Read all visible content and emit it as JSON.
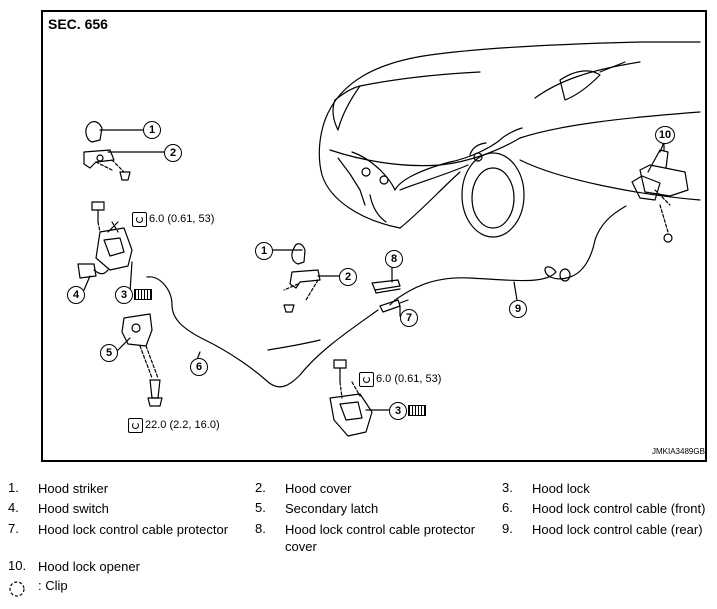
{
  "figure": {
    "section": "SEC. 656",
    "figure_id": "JMKIA3489GB",
    "callouts": [
      "1",
      "2",
      "3",
      "4",
      "5",
      "6",
      "7",
      "8",
      "9",
      "10"
    ],
    "torques": {
      "lock_bolt_upper": "6.0 (0.61, 53)",
      "lock_bolt_lower": "6.0 (0.61, 53)",
      "latch_bolt": "22.0 (2.2, 16.0)"
    }
  },
  "legend": {
    "items": [
      {
        "num": "1.",
        "label": "Hood striker"
      },
      {
        "num": "2.",
        "label": "Hood cover"
      },
      {
        "num": "3.",
        "label": "Hood lock"
      },
      {
        "num": "4.",
        "label": "Hood switch"
      },
      {
        "num": "5.",
        "label": "Secondary latch"
      },
      {
        "num": "6.",
        "label": "Hood lock control cable (front)"
      },
      {
        "num": "7.",
        "label": "Hood lock control cable protector"
      },
      {
        "num": "8.",
        "label": "Hood lock control cable protector cover"
      },
      {
        "num": "9.",
        "label": "Hood lock control cable (rear)"
      },
      {
        "num": "10.",
        "label": "Hood lock opener"
      }
    ],
    "clip_text": ": Clip"
  }
}
